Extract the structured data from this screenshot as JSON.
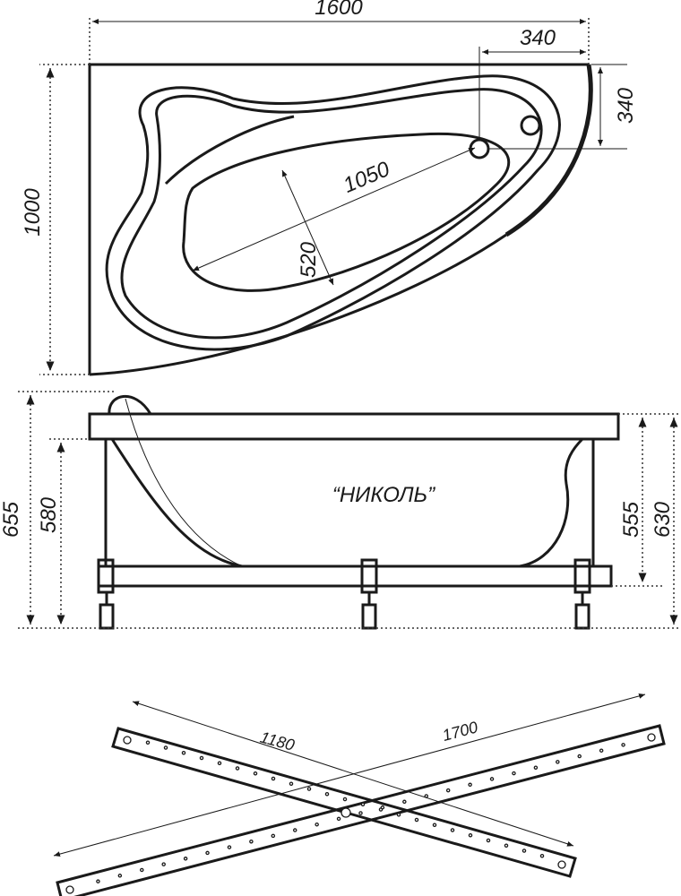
{
  "top_view": {
    "width_label": "1600",
    "drain_offset_x_label": "340",
    "drain_offset_y_label": "340",
    "depth_label": "1000",
    "inner_length_label": "1050",
    "inner_width_label": "520"
  },
  "side_view": {
    "model_name": "“НИКОЛЬ”",
    "total_height_left_label": "655",
    "height_left_label": "580",
    "height_right_inner_label": "555",
    "height_right_label": "630"
  },
  "frame": {
    "short_bar_label": "1180",
    "long_bar_label": "1700"
  },
  "colors": {
    "line": "#1a1a1a",
    "background": "#ffffff"
  }
}
